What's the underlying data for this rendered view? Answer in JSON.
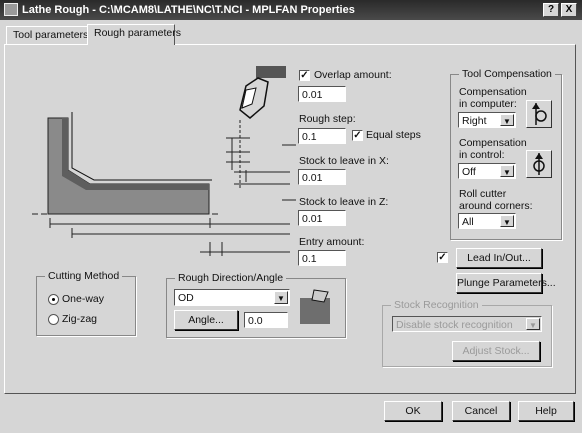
{
  "window": {
    "title": "Lathe Rough - C:\\MCAM8\\LATHE\\NC\\T.NCI - MPLFAN Properties",
    "help_glyph": "?",
    "close_glyph": "X"
  },
  "tabs": [
    {
      "label": "Tool parameters",
      "active": false
    },
    {
      "label": "Rough parameters",
      "active": true
    }
  ],
  "params": {
    "overlap_label": "Overlap amount:",
    "overlap_value": "0.01",
    "overlap_checked": true,
    "rough_step_label": "Rough step:",
    "rough_step_value": "0.1",
    "equal_steps_label": "Equal steps",
    "equal_steps_checked": true,
    "stock_x_label": "Stock to leave in X:",
    "stock_x_value": "0.01",
    "stock_z_label": "Stock to leave in Z:",
    "stock_z_value": "0.01",
    "entry_label": "Entry amount:",
    "entry_value": "0.1"
  },
  "tool_compensation": {
    "group_label": "Tool Compensation",
    "computer_label_1": "Compensation",
    "computer_label_2": "in computer:",
    "computer_value": "Right",
    "control_label_1": "Compensation",
    "control_label_2": "in control:",
    "control_value": "Off",
    "roll_label_1": "Roll cutter",
    "roll_label_2": "around corners:",
    "roll_value": "All"
  },
  "cutting_method": {
    "group_label": "Cutting Method",
    "options": [
      {
        "label": "One-way",
        "selected": true
      },
      {
        "label": "Zig-zag",
        "selected": false
      }
    ]
  },
  "rough_direction": {
    "group_label": "Rough Direction/Angle",
    "direction_value": "OD",
    "angle_button": "Angle...",
    "angle_value": "0.0"
  },
  "lead": {
    "checked": true,
    "lead_button": "Lead In/Out...",
    "plunge_button": "Plunge Parameters..."
  },
  "stock_recognition": {
    "group_label": "Stock Recognition",
    "combo_value": "Disable stock recognition",
    "button_label": "Adjust Stock..."
  },
  "footer": {
    "ok": "OK",
    "cancel": "Cancel",
    "help": "Help"
  },
  "colors": {
    "titlebar": "#2a2a2a",
    "face": "#d6d6d6",
    "part_fill": "#8a8a8a",
    "tool_fill": "#555555"
  }
}
